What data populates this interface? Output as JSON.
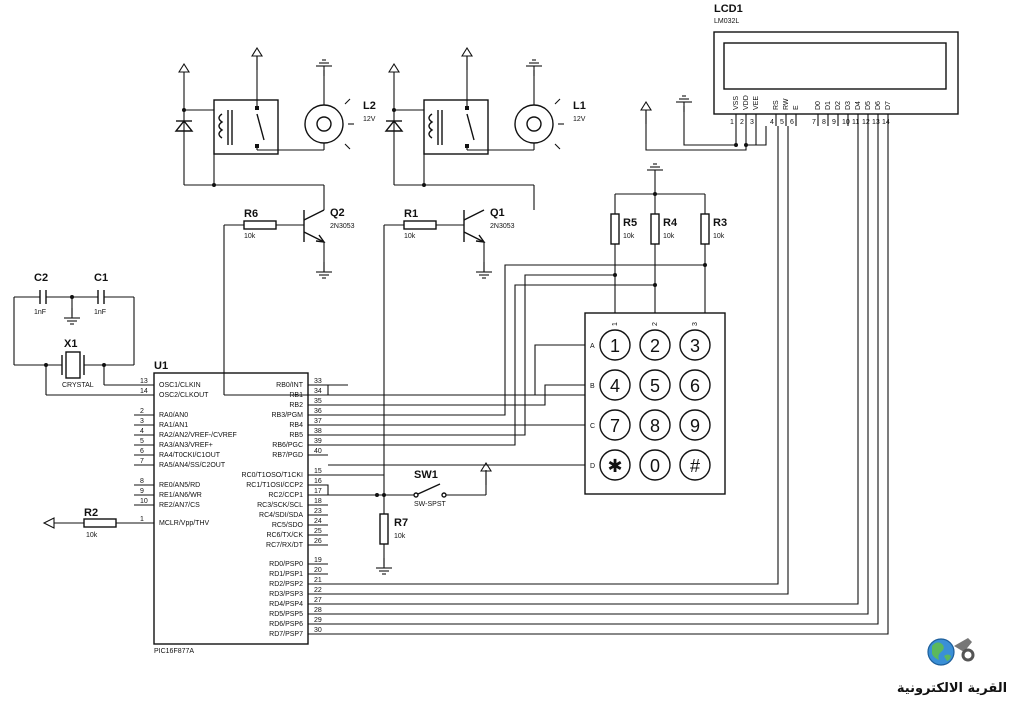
{
  "lcd": {
    "ref": "LCD1",
    "model": "LM032L",
    "pin_labels": [
      "VSS",
      "VDD",
      "VEE",
      "RS",
      "RW",
      "E",
      "D0",
      "D1",
      "D2",
      "D3",
      "D4",
      "D5",
      "D6",
      "D7"
    ],
    "pin_numbers": [
      "1",
      "2",
      "3",
      "4",
      "5",
      "6",
      "7",
      "8",
      "9",
      "10",
      "11",
      "12",
      "13",
      "14"
    ]
  },
  "relay_lamps": [
    {
      "lamp_ref": "L2",
      "lamp_value": "12V"
    },
    {
      "lamp_ref": "L1",
      "lamp_value": "12V"
    }
  ],
  "transistors": [
    {
      "ref": "Q2",
      "model": "2N3053"
    },
    {
      "ref": "Q1",
      "model": "2N3053"
    }
  ],
  "resistors": [
    {
      "ref": "R6",
      "value": "10k"
    },
    {
      "ref": "R1",
      "value": "10k"
    },
    {
      "ref": "R5",
      "value": "10k"
    },
    {
      "ref": "R4",
      "value": "10k"
    },
    {
      "ref": "R3",
      "value": "10k"
    },
    {
      "ref": "R7",
      "value": "10k"
    },
    {
      "ref": "R2",
      "value": "10k"
    }
  ],
  "capacitors": [
    {
      "ref": "C2",
      "value": "1nF"
    },
    {
      "ref": "C1",
      "value": "1nF"
    }
  ],
  "crystal": {
    "ref": "X1",
    "label": "CRYSTAL"
  },
  "switch": {
    "ref": "SW1",
    "model": "SW-SPST"
  },
  "mcu": {
    "ref": "U1",
    "model": "PIC16F877A",
    "left_pins": [
      {
        "num": "13",
        "name": "OSC1/CLKIN"
      },
      {
        "num": "14",
        "name": "OSC2/CLKOUT"
      },
      {
        "num": "2",
        "name": "RA0/AN0"
      },
      {
        "num": "3",
        "name": "RA1/AN1"
      },
      {
        "num": "4",
        "name": "RA2/AN2/VREF-/CVREF"
      },
      {
        "num": "5",
        "name": "RA3/AN3/VREF+"
      },
      {
        "num": "6",
        "name": "RA4/T0CKI/C1OUT"
      },
      {
        "num": "7",
        "name": "RA5/AN4/SS/C2OUT"
      },
      {
        "num": "8",
        "name": "RE0/AN5/RD"
      },
      {
        "num": "9",
        "name": "RE1/AN6/WR"
      },
      {
        "num": "10",
        "name": "RE2/AN7/CS"
      },
      {
        "num": "1",
        "name": "MCLR/Vpp/THV"
      }
    ],
    "right_pins": [
      {
        "num": "33",
        "name": "RB0/INT"
      },
      {
        "num": "34",
        "name": "RB1"
      },
      {
        "num": "35",
        "name": "RB2"
      },
      {
        "num": "36",
        "name": "RB3/PGM"
      },
      {
        "num": "37",
        "name": "RB4"
      },
      {
        "num": "38",
        "name": "RB5"
      },
      {
        "num": "39",
        "name": "RB6/PGC"
      },
      {
        "num": "40",
        "name": "RB7/PGD"
      },
      {
        "num": "15",
        "name": "RC0/T1OSO/T1CKI"
      },
      {
        "num": "16",
        "name": "RC1/T1OSI/CCP2"
      },
      {
        "num": "17",
        "name": "RC2/CCP1"
      },
      {
        "num": "18",
        "name": "RC3/SCK/SCL"
      },
      {
        "num": "23",
        "name": "RC4/SDI/SDA"
      },
      {
        "num": "24",
        "name": "RC5/SDO"
      },
      {
        "num": "25",
        "name": "RC6/TX/CK"
      },
      {
        "num": "26",
        "name": "RC7/RX/DT"
      },
      {
        "num": "19",
        "name": "RD0/PSP0"
      },
      {
        "num": "20",
        "name": "RD1/PSP1"
      },
      {
        "num": "21",
        "name": "RD2/PSP2"
      },
      {
        "num": "22",
        "name": "RD3/PSP3"
      },
      {
        "num": "27",
        "name": "RD4/PSP4"
      },
      {
        "num": "28",
        "name": "RD5/PSP5"
      },
      {
        "num": "29",
        "name": "RD6/PSP6"
      },
      {
        "num": "30",
        "name": "RD7/PSP7"
      }
    ]
  },
  "keypad": {
    "rows": [
      "A",
      "B",
      "C",
      "D"
    ],
    "cols": [
      "1",
      "2",
      "3"
    ],
    "keys": [
      "1",
      "2",
      "3",
      "4",
      "5",
      "6",
      "7",
      "8",
      "9",
      "✱",
      "0",
      "#"
    ]
  },
  "logo": {
    "text": "القرية الالكترونية"
  }
}
